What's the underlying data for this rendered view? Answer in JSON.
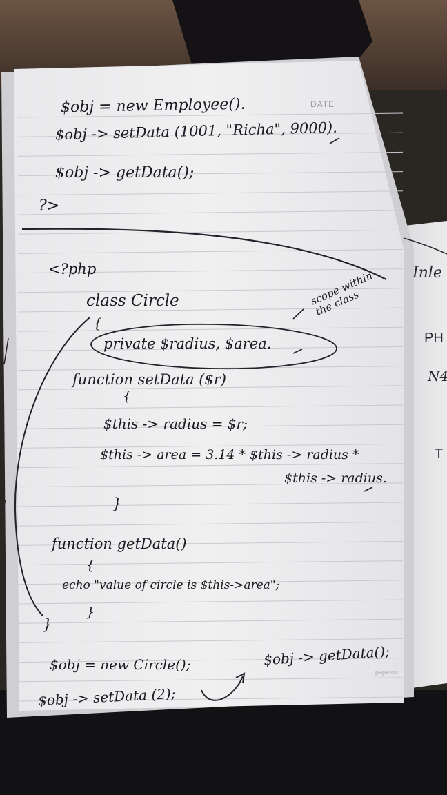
{
  "page_header": {
    "date_label": "DATE"
  },
  "brand": {
    "label": "paperon"
  },
  "notes": {
    "line1": "$obj = new Employee().",
    "line2": "$obj -> setData (1001, \"Richa\", 9000).",
    "line3": "$obj -> getData();",
    "line4": "?>",
    "line5": "<?php",
    "line6": "class Circle",
    "line7": "{",
    "line8": "private $radius, $area.",
    "line9": "function setData ($r)",
    "line10": "{",
    "line11": "$this -> radius = $r;",
    "line12": "$this -> area = 3.14 * $this -> radius *",
    "line13": "$this -> radius.",
    "line14": "}",
    "line15": "function getData()",
    "line16": "{",
    "line17": "echo \"value of circle is $this->area\";",
    "line18": "}",
    "line19": "}",
    "line20": "$obj = new Circle();",
    "line21": "$obj -> getData();",
    "line22": "$obj -> setData (2);"
  },
  "annotation": {
    "text": "scope within the class"
  },
  "right_page": {
    "t1": "Inle",
    "t2": "PH",
    "t3": "N4",
    "t4": "T"
  }
}
